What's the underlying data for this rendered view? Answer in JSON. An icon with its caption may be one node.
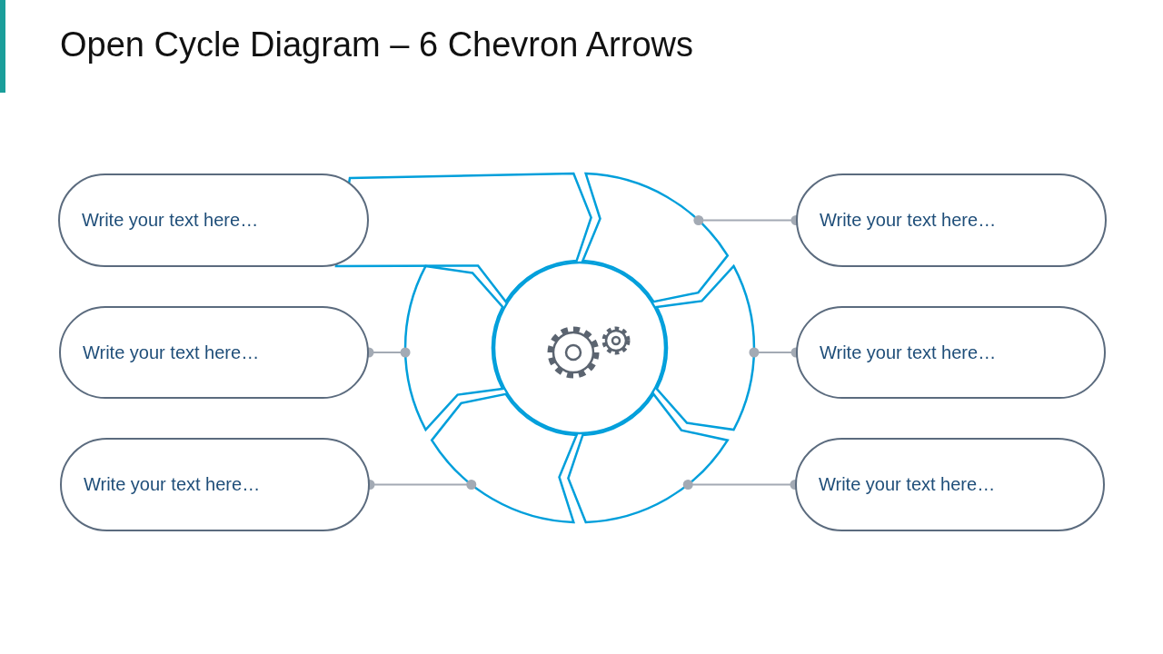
{
  "diagram": {
    "title": "Open Cycle Diagram – 6 Chevron Arrows",
    "nodes": [
      {
        "text": [
          "Write your text here…"
        ]
      },
      {
        "text": [
          "Write your text here…"
        ]
      },
      {
        "text": [
          "Write your text here…"
        ]
      },
      {
        "text": [
          "Write your text here…"
        ]
      },
      {
        "text": [
          "Write your text here…"
        ]
      },
      {
        "text": [
          "Write your text here…"
        ]
      },
      {
        "text": [],
        "shape": "circle"
      },
      {
        "text": [],
        "shape": "chevron"
      },
      {
        "text": [],
        "shape": "chevron"
      },
      {
        "text": [],
        "shape": "chevron"
      },
      {
        "text": [],
        "shape": "chevron"
      },
      {
        "text": [],
        "shape": "chevron"
      },
      {
        "text": [],
        "shape": "chevron"
      }
    ],
    "edges": [
      {
        "from": 1,
        "to": 11,
        "arrow": "other"
      },
      {
        "from": 2,
        "to": 8,
        "arrow": "other"
      },
      {
        "from": 3,
        "to": 12,
        "arrow": "other"
      },
      {
        "from": 4,
        "to": 9,
        "arrow": "other"
      },
      {
        "from": 5,
        "to": 10,
        "arrow": "other"
      }
    ]
  }
}
